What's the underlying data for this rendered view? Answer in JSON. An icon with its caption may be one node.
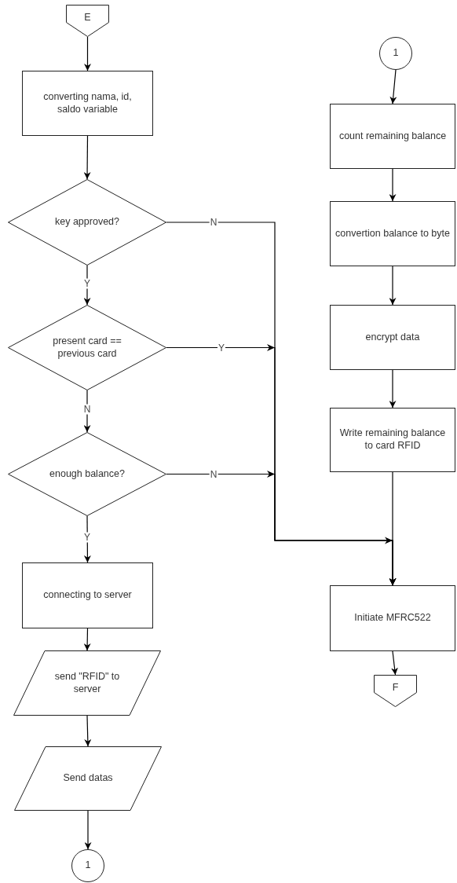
{
  "diagram": {
    "nodes": [
      {
        "text": [
          "E"
        ]
      },
      {
        "text": [
          "converting nama, id, saldo variable"
        ]
      },
      {
        "text": [
          "key approved?"
        ]
      },
      {
        "text": [
          "present card == previous card"
        ]
      },
      {
        "text": [
          "enough balance?"
        ]
      },
      {
        "text": [
          "connecting to server"
        ]
      },
      {
        "text": [
          "send \"RFID\" to server"
        ]
      },
      {
        "text": [
          "Send datas"
        ]
      },
      {
        "text": [
          "1"
        ]
      },
      {
        "text": [
          "1"
        ]
      },
      {
        "text": [
          "count remaining balance"
        ]
      },
      {
        "text": [
          "convertion balance to byte"
        ]
      },
      {
        "text": [
          "encrypt data"
        ]
      },
      {
        "text": [
          "Write remaining balance to card RFID"
        ]
      },
      {
        "text": [
          "Initiate MFRC522"
        ]
      },
      {
        "text": [
          "F"
        ]
      }
    ],
    "edges": [
      {
        "from": 0,
        "to": 1,
        "arrow": "to"
      },
      {
        "from": 1,
        "to": 2,
        "arrow": "to"
      },
      {
        "from": 2,
        "to": 3,
        "label": "Y",
        "arrow": "to"
      },
      {
        "from": 3,
        "to": 4,
        "label": "N",
        "arrow": "to"
      },
      {
        "from": 4,
        "to": 5,
        "label": "Y",
        "arrow": "to"
      },
      {
        "from": 5,
        "to": 6,
        "arrow": "to"
      },
      {
        "from": 6,
        "to": 7,
        "arrow": "to"
      },
      {
        "from": 7,
        "to": 8,
        "arrow": "to"
      },
      {
        "from": 9,
        "to": 10,
        "arrow": "to"
      },
      {
        "from": 10,
        "to": 11,
        "arrow": "to"
      },
      {
        "from": 11,
        "to": 12,
        "arrow": "to"
      },
      {
        "from": 12,
        "to": 13,
        "arrow": "to"
      },
      {
        "from": 13,
        "to": 14,
        "arrow": "to"
      },
      {
        "from": 2,
        "to": 14,
        "label": "N",
        "arrow": "to"
      },
      {
        "from": 3,
        "to": 14,
        "label": "Y",
        "arrow": "to"
      },
      {
        "from": 4,
        "to": 14,
        "label": "N",
        "arrow": "to"
      },
      {
        "from": 14,
        "to": 15,
        "arrow": "to"
      }
    ]
  }
}
